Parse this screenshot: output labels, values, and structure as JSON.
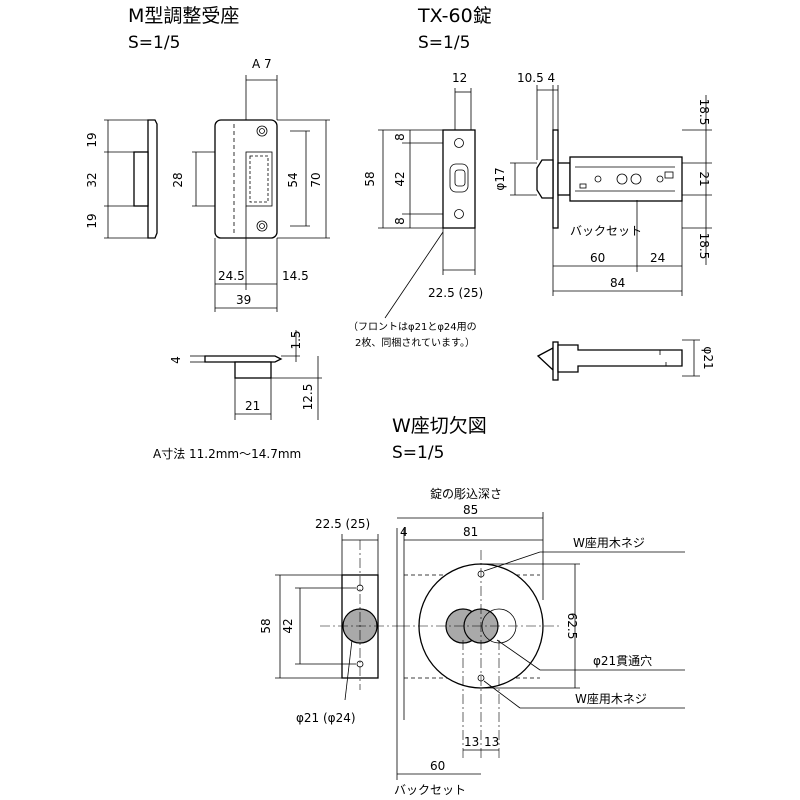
{
  "m_receiver": {
    "title": "M型調整受座",
    "scale": "S=1/5",
    "dims": {
      "a7": "A 7",
      "top19": "19",
      "mid32": "32",
      "bot19": "19",
      "d28": "28",
      "d54": "54",
      "d70": "70",
      "d24_5": "24.5",
      "d14_5": "14.5",
      "d39": "39",
      "d4": "4",
      "d1_5": "1.5",
      "d21": "21",
      "d12_5": "12.5"
    },
    "a_dimension_note": "A寸法 11.2mm〜14.7mm"
  },
  "tx60": {
    "title": "TX-60錠",
    "scale": "S=1/5",
    "dims": {
      "d12": "12",
      "d10_5_4": "10.5 4",
      "d58": "58",
      "d8_top": "8",
      "d42": "42",
      "d8_bot": "8",
      "phi17": "φ17",
      "d18_5_top": "18.5",
      "d21": "21",
      "d18_5_bot": "18.5",
      "backset": "バックセット",
      "d60": "60",
      "d24": "24",
      "d84": "84",
      "d22_5": "22.5 (25)",
      "phi21": "φ21"
    },
    "front_note_1": "（フロントはφ21とφ24用の",
    "front_note_2": "2枚、同梱されています。）"
  },
  "w_cutout": {
    "title": "W座切欠図",
    "scale": "S=1/5",
    "dims": {
      "depth_label": "錠の彫込深さ",
      "d85": "85",
      "d4": "4",
      "d81": "81",
      "d22_5": "22.5 (25)",
      "d58": "58",
      "d42": "42",
      "d62_5": "62.5",
      "phi21_24": "φ21 (φ24)",
      "d13a": "13",
      "d13b": "13",
      "d60": "60",
      "backset": "バックセット"
    },
    "callouts": {
      "wood_screw_top": "W座用木ネジ",
      "through_hole": "φ21貫通穴",
      "wood_screw_bottom": "W座用木ネジ"
    }
  },
  "colors": {
    "ink": "#000000",
    "fill_gray": "#a9a9a9"
  }
}
